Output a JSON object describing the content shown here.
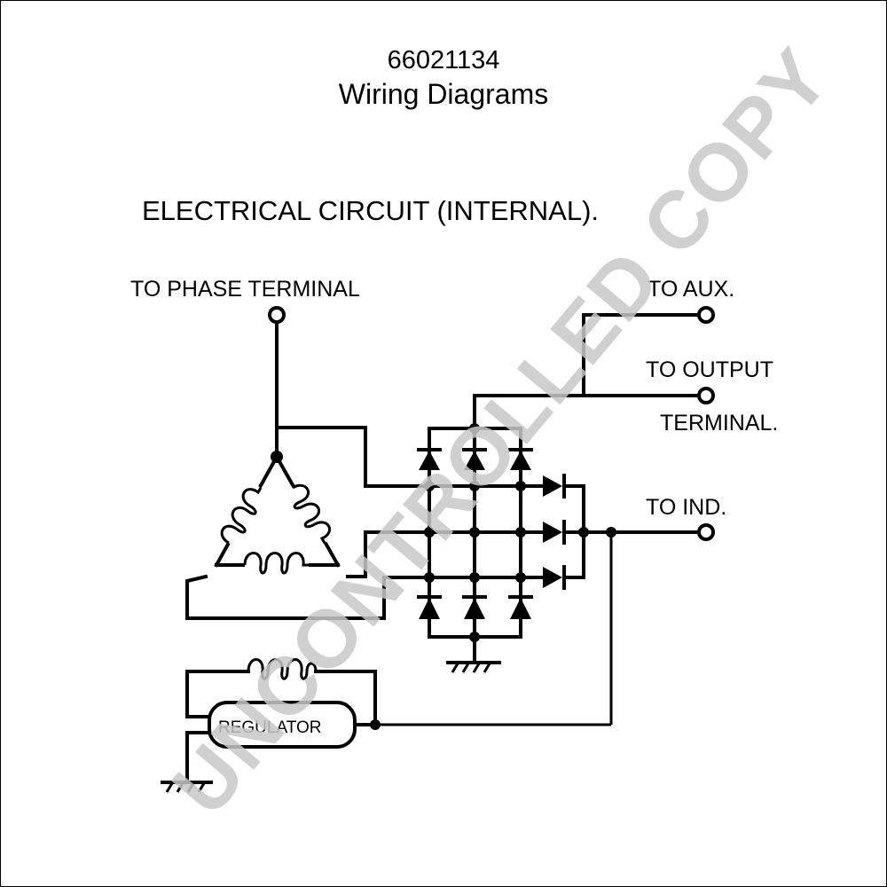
{
  "header": {
    "part_number": "66021134",
    "title": "Wiring Diagrams"
  },
  "diagram": {
    "heading": "ELECTRICAL CIRCUIT (INTERNAL).",
    "labels": {
      "phase_terminal": "TO PHASE TERMINAL",
      "aux": "TO AUX.",
      "output_line1": "TO OUTPUT",
      "output_line2": "TERMINAL.",
      "ind": "TO IND.",
      "regulator": "REGULATOR"
    }
  },
  "watermark": "UNCONTROLLED COPY"
}
